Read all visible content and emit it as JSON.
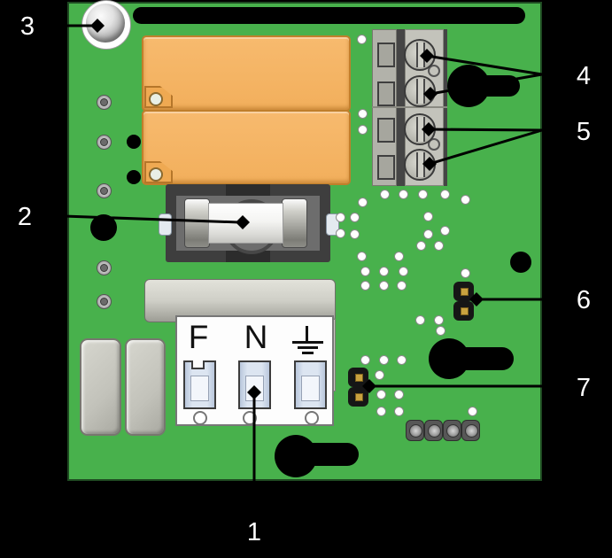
{
  "colors": {
    "background": "#000000",
    "board_green": "#48b14c",
    "relay_orange": "#f5b366",
    "label_text": "#ffffff"
  },
  "callouts": [
    {
      "number": "1"
    },
    {
      "number": "2"
    },
    {
      "number": "3"
    },
    {
      "number": "4"
    },
    {
      "number": "5"
    },
    {
      "number": "6"
    },
    {
      "number": "7"
    }
  ],
  "mains_terminal": {
    "fuse_label": "F",
    "neutral_label": "N",
    "earth_icon": "earth-ground-symbol"
  }
}
